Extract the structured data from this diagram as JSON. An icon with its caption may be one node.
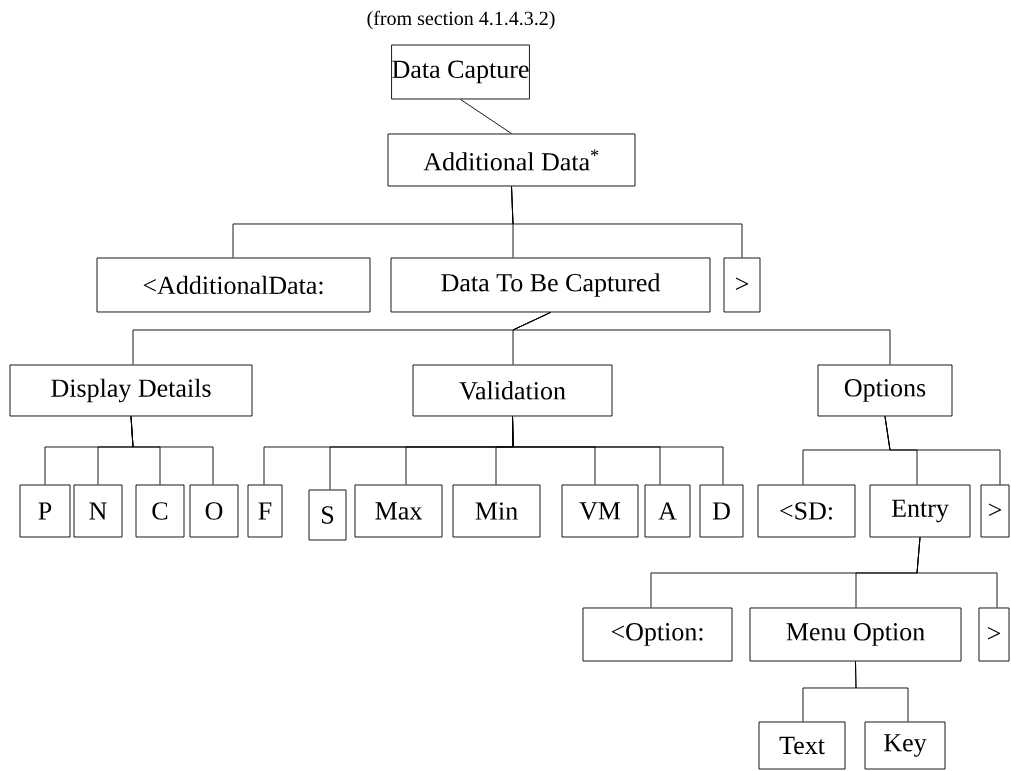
{
  "diagram": {
    "title": "(from section 4.1.4.3.2)",
    "nodes": [
      {
        "text": [
          "Data Capture"
        ]
      },
      {
        "text": [
          "Additional Data$^{*}$"
        ]
      },
      {
        "text": [
          "<AdditionalData:"
        ]
      },
      {
        "text": [
          "Data To Be Captured"
        ]
      },
      {
        "text": [
          ">"
        ]
      },
      {
        "text": [
          "Display Details"
        ]
      },
      {
        "text": [
          "Validation"
        ]
      },
      {
        "text": [
          "Options"
        ]
      },
      {
        "text": [
          "P"
        ]
      },
      {
        "text": [
          "N"
        ]
      },
      {
        "text": [
          "C"
        ]
      },
      {
        "text": [
          "O"
        ]
      },
      {
        "text": [
          "F"
        ]
      },
      {
        "text": [
          "S"
        ]
      },
      {
        "text": [
          "Max"
        ]
      },
      {
        "text": [
          "Min"
        ]
      },
      {
        "text": [
          "VM"
        ]
      },
      {
        "text": [
          "A"
        ]
      },
      {
        "text": [
          "D"
        ]
      },
      {
        "text": [
          "<SD:"
        ]
      },
      {
        "text": [
          "Entry"
        ]
      },
      {
        "text": [
          ">"
        ]
      },
      {
        "text": [
          "<Option:"
        ]
      },
      {
        "text": [
          "Menu Option"
        ]
      },
      {
        "text": [
          ">"
        ]
      },
      {
        "text": [
          "Text"
        ]
      },
      {
        "text": [
          "Key"
        ]
      }
    ],
    "edges": [
      {
        "from": 0,
        "to": 1,
        "arrow": "none"
      },
      {
        "from": 1,
        "to": 2,
        "arrow": "none"
      },
      {
        "from": 1,
        "to": 3,
        "arrow": "none"
      },
      {
        "from": 1,
        "to": 4,
        "arrow": "none"
      },
      {
        "from": 3,
        "to": 5,
        "arrow": "none"
      },
      {
        "from": 3,
        "to": 6,
        "arrow": "none"
      },
      {
        "from": 3,
        "to": 7,
        "arrow": "none"
      },
      {
        "from": 5,
        "to": 8,
        "arrow": "none"
      },
      {
        "from": 5,
        "to": 9,
        "arrow": "none"
      },
      {
        "from": 5,
        "to": 10,
        "arrow": "none"
      },
      {
        "from": 5,
        "to": 11,
        "arrow": "none"
      },
      {
        "from": 6,
        "to": 12,
        "arrow": "none"
      },
      {
        "from": 6,
        "to": 13,
        "arrow": "none"
      },
      {
        "from": 6,
        "to": 14,
        "arrow": "none"
      },
      {
        "from": 6,
        "to": 15,
        "arrow": "none"
      },
      {
        "from": 6,
        "to": 16,
        "arrow": "none"
      },
      {
        "from": 6,
        "to": 17,
        "arrow": "none"
      },
      {
        "from": 6,
        "to": 18,
        "arrow": "none"
      },
      {
        "from": 7,
        "to": 19,
        "arrow": "none"
      },
      {
        "from": 7,
        "to": 20,
        "arrow": "none"
      },
      {
        "from": 7,
        "to": 21,
        "arrow": "none"
      },
      {
        "from": 20,
        "to": 22,
        "arrow": "none"
      },
      {
        "from": 20,
        "to": 23,
        "arrow": "none"
      },
      {
        "from": 20,
        "to": 24,
        "arrow": "none"
      },
      {
        "from": 23,
        "to": 25,
        "arrow": "none"
      },
      {
        "from": 23,
        "to": 26,
        "arrow": "none"
      }
    ]
  }
}
